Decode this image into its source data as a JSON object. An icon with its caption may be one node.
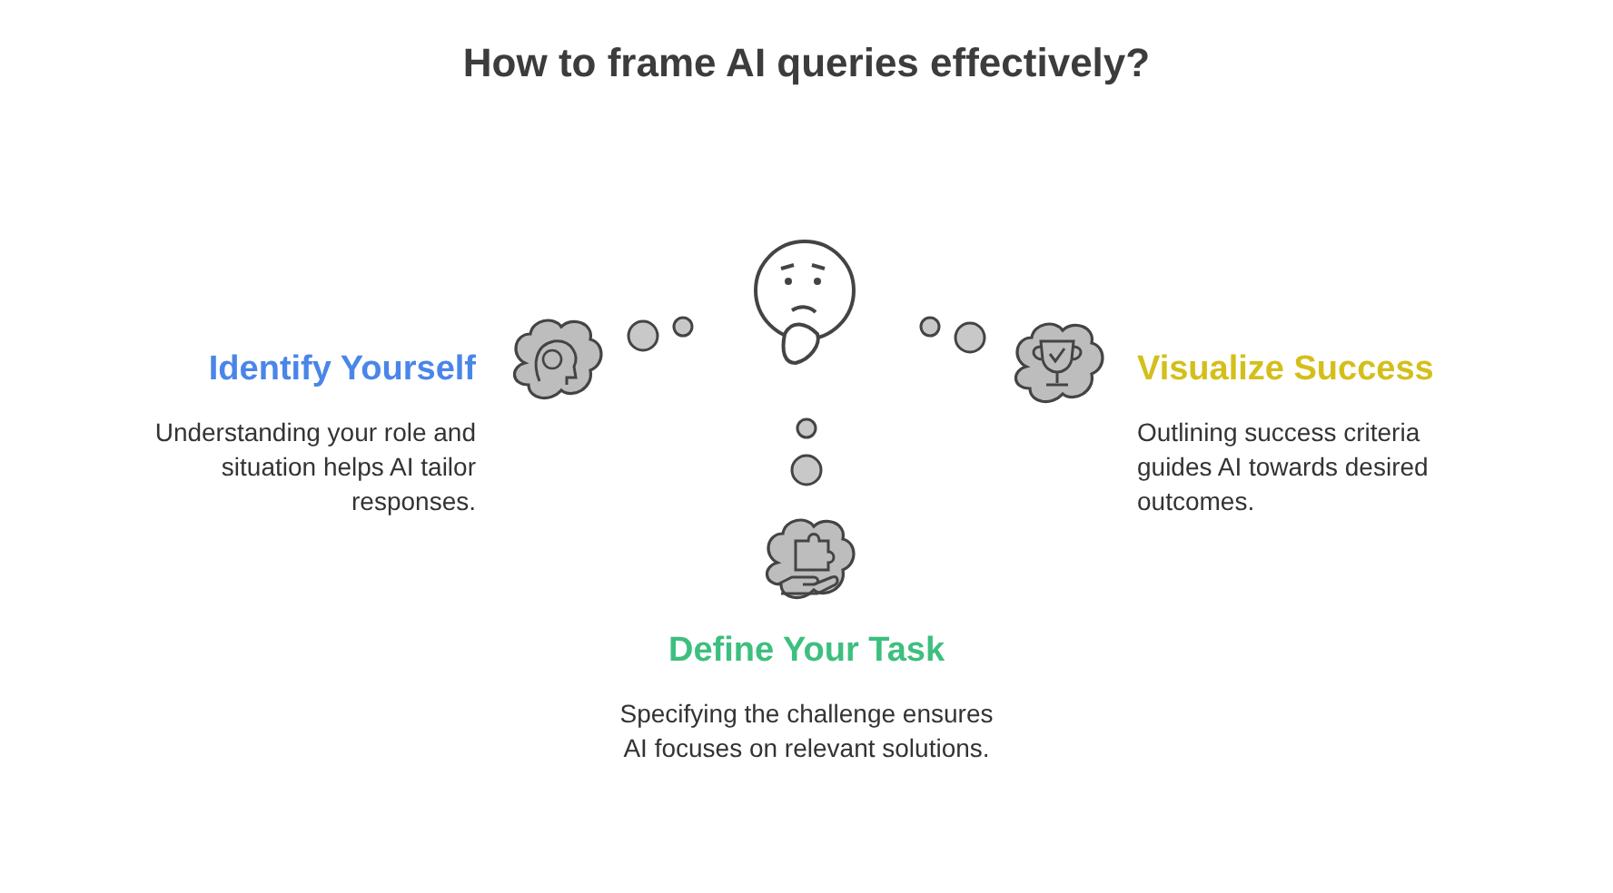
{
  "diagram": {
    "title": "How to frame AI queries effectively?",
    "nodes": [
      {
        "text": [
          "Identify Yourself",
          "Understanding your role and situation helps AI tailor responses."
        ]
      },
      {
        "text": [
          "Visualize Success",
          "Outlining success criteria guides AI towards desired outcomes."
        ]
      },
      {
        "text": [
          "Define Your Task",
          "Specifying the challenge ensures AI focuses on relevant solutions."
        ]
      }
    ]
  }
}
